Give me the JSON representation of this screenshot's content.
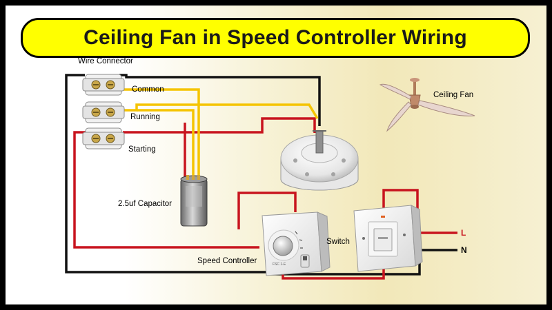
{
  "title": "Ceiling Fan in Speed Controller Wiring",
  "labels": {
    "wire_connector": "Wire Connector",
    "common": "Common",
    "running": "Running",
    "starting": "Starting",
    "capacitor": "2.5uf Capacitor",
    "ceiling_fan": "Ceiling Fan",
    "switch": "Switch",
    "speed_controller": "Speed Controller",
    "live": "L",
    "neutral": "N",
    "controller_badge": "FSC 1-E"
  },
  "colors": {
    "banner": "#ffff00",
    "wire_black": "#111111",
    "wire_red": "#c8141e",
    "wire_yellow": "#f5c400",
    "label_live": "#c8141e"
  },
  "icons": [
    "terminal-block-icon",
    "capacitor-icon",
    "fan-motor-icon",
    "ceiling-fan-icon",
    "speed-controller-icon",
    "switch-icon"
  ]
}
